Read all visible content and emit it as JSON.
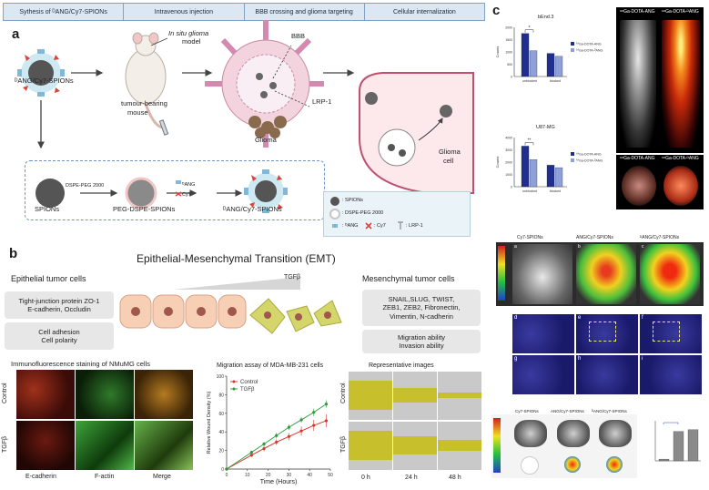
{
  "steps": [
    "Sythesis of ᴰANG/Cy7-SPIONs",
    "Intravenous injection",
    "BBB crossing and glioma targeting",
    "Cellular internalization"
  ],
  "panel_a": {
    "letter": "a",
    "nanoparticle_label": "ᴰANG/Cy7-SPIONs",
    "mouse_label_1": "tumour-bearing",
    "mouse_label_2": "mouse",
    "model_label_1": "In situ glioma",
    "model_label_2": "model",
    "bbb_label": "BBB",
    "lrp_label": "LRP-1",
    "glioma_label": "Glioma",
    "glioma_cell_1": "Glioma",
    "glioma_cell_2": "cell",
    "synthesis": {
      "spions": "SPIONs",
      "reagent": "DSPE-PEG 2000",
      "peg": "PEG-DSPE-SPIONs",
      "ang": "ᴰANG",
      "cy7": "Cy7",
      "final": "ᴰANG/Cy7-SPIONs"
    },
    "legend": {
      "spions": ": SPIONs",
      "peg": ": DSPE-PEG 2000",
      "ang": ": ᴰANG",
      "cy7": ": Cy7",
      "lrp": ": LRP-1"
    }
  },
  "panel_b": {
    "letter": "b",
    "title": "Epithelial-Mesenchymal Transition (EMT)",
    "tgf": "TGFβ",
    "epithelial_heading": "Epithelial tumor cells",
    "epithelial_box1_l1": "Tight-junction protein ZO-1",
    "epithelial_box1_l2": "E-cadherin, Occludin",
    "epithelial_box2_l1": "Cell adhesion",
    "epithelial_box2_l2": "Cell polarity",
    "mesenchymal_heading": "Mesenchymal tumor cells",
    "mes_box1_l1": "SNAIL,SLUG, TWIST,",
    "mes_box1_l2": "ZEB1, ZEB2, Fibronectin,",
    "mes_box1_l3": "Vimentin, N-cadherin",
    "mes_box2_l1": "Migration ability",
    "mes_box2_l2": "Invasion ability",
    "if_title": "Immunofluorescence staining of NMuMG cells",
    "if_rows": [
      "Control",
      "TGFβ"
    ],
    "if_cols": [
      "E-cadherin",
      "F-actin",
      "Merge"
    ],
    "rep_title": "Representative images",
    "rep_rows": [
      "Control",
      "TGFβ"
    ],
    "rep_cols": [
      "0 h",
      "24 h",
      "48 h"
    ]
  },
  "chart_data": {
    "type": "line",
    "title": "Migration assay of MDA-MB-231 cells",
    "xlabel": "Time (Hours)",
    "ylabel": "Relative Wound Density (%)",
    "xlim": [
      0,
      50
    ],
    "ylim": [
      0,
      100
    ],
    "xticks": [
      0,
      10,
      20,
      30,
      40,
      50
    ],
    "yticks": [
      0,
      20,
      40,
      60,
      80,
      100
    ],
    "x": [
      0,
      12,
      18,
      24,
      30,
      36,
      42,
      48
    ],
    "series": [
      {
        "name": "Control",
        "color": "#d9332b",
        "values": [
          0,
          15,
          22,
          29,
          35,
          41,
          47,
          52
        ],
        "err": [
          0,
          2,
          3,
          3,
          4,
          5,
          6,
          7
        ]
      },
      {
        "name": "TGFβ",
        "color": "#2e9a3e",
        "values": [
          0,
          18,
          27,
          36,
          45,
          53,
          61,
          70
        ],
        "err": [
          0,
          2,
          2,
          3,
          3,
          3,
          4,
          4
        ]
      }
    ],
    "legend_position": "top-left",
    "grid": false
  },
  "panel_c": {
    "letter": "c",
    "bar1_title": "bEnd.3",
    "bar2_title": "U87-MG",
    "ylabel": "Counts",
    "categories": [
      "unblocked",
      "blocked"
    ],
    "legend": [
      "⁶⁸Ga-DOTA-ANG",
      "⁶⁸Ga-DOTA-ᴰANG"
    ],
    "bar1_values": [
      [
        1750,
        1050
      ],
      [
        940,
        820
      ]
    ],
    "bar2_values": [
      [
        3300,
        2200
      ],
      [
        1750,
        1550
      ]
    ],
    "bar1_sig": "*",
    "bar2_sig": "**",
    "pet_labels": [
      "⁶⁸Ga-DOTA-ANG",
      "⁶⁸Ga-DOTA-ᴰANG"
    ],
    "pet_bottom_labels": [
      "⁶⁸Ga-DOTA-ANG",
      "⁶⁸Ga-DOTA-ᴰANG"
    ],
    "fluo_labels": [
      "a",
      "b",
      "c"
    ],
    "fluo_titles": [
      "Cy7-SPIONs",
      "ANG/Cy7-SPIONs",
      "ᴰANG/Cy7-SPIONs"
    ],
    "micro_letters": [
      "d",
      "e",
      "f",
      "g",
      "h",
      "i"
    ],
    "mri_titles": [
      "Cy7-SPIONs",
      "ANG/Cy7-SPIONs",
      "ᴰANG/Cy7-SPIONs"
    ],
    "mri_bar_values": [
      0.05,
      0.85,
      0.9
    ]
  },
  "colors": {
    "bar_dark": "#1f2f8f",
    "bar_light": "#8da0d8",
    "accent_blue": "#6f94c8",
    "glow_red": "#e02d1e"
  }
}
